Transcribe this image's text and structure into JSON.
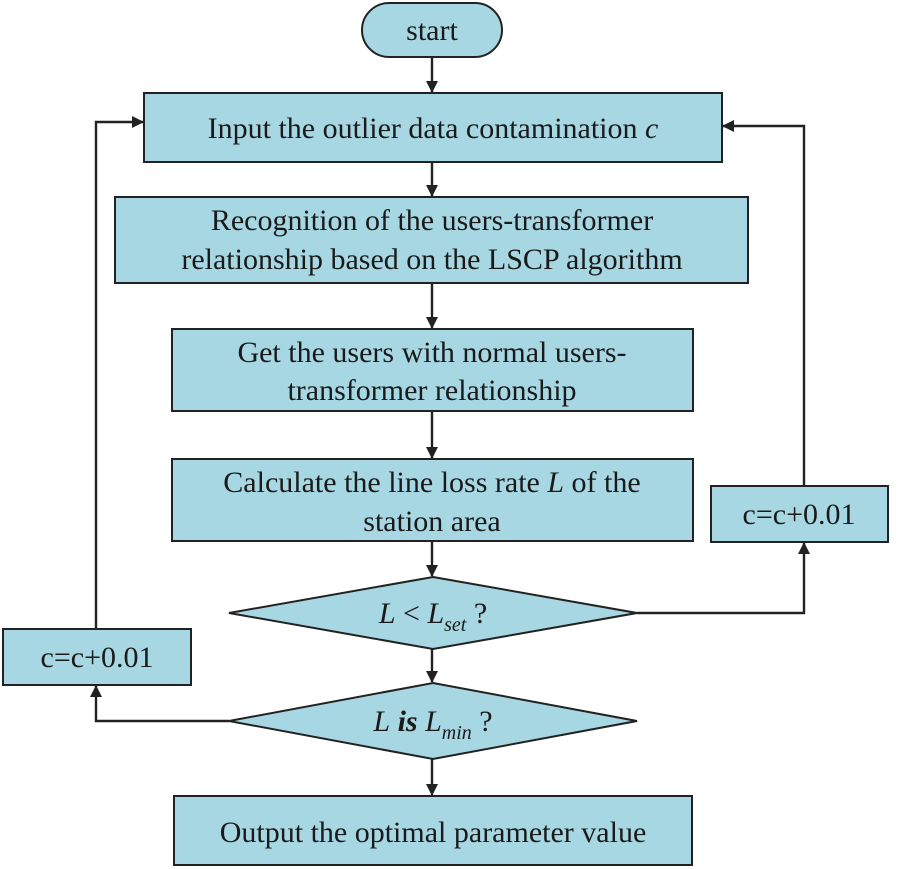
{
  "diagram": {
    "colors": {
      "node_fill": "#a6d7e2",
      "stroke": "#222222",
      "text": "#1a1a1a"
    },
    "nodes": {
      "start": {
        "label": "start"
      },
      "input": {
        "label": "Input the outlier data contamination ",
        "var": "c"
      },
      "recognition": {
        "line1": "Recognition of the users-transformer",
        "line2": "relationship based on the LSCP algorithm"
      },
      "get_users": {
        "line1": "Get the users with normal users-",
        "line2": "transformer relationship"
      },
      "calculate": {
        "line1_a": "Calculate the line loss rate ",
        "line1_var": "L",
        "line1_b": " of the",
        "line2": "station area"
      },
      "decision_set": {
        "lhs": "L",
        "op": " < ",
        "rhs": "L",
        "rhs_sub": "set",
        "q": " ?"
      },
      "decision_min": {
        "lhs": "L",
        "mid": " is ",
        "rhs": "L",
        "rhs_sub": "min",
        "q": " ?"
      },
      "inc_right": {
        "label": "c=c+0.01"
      },
      "inc_left": {
        "label": "c=c+0.01"
      },
      "output": {
        "label": "Output the optimal parameter value"
      }
    }
  }
}
